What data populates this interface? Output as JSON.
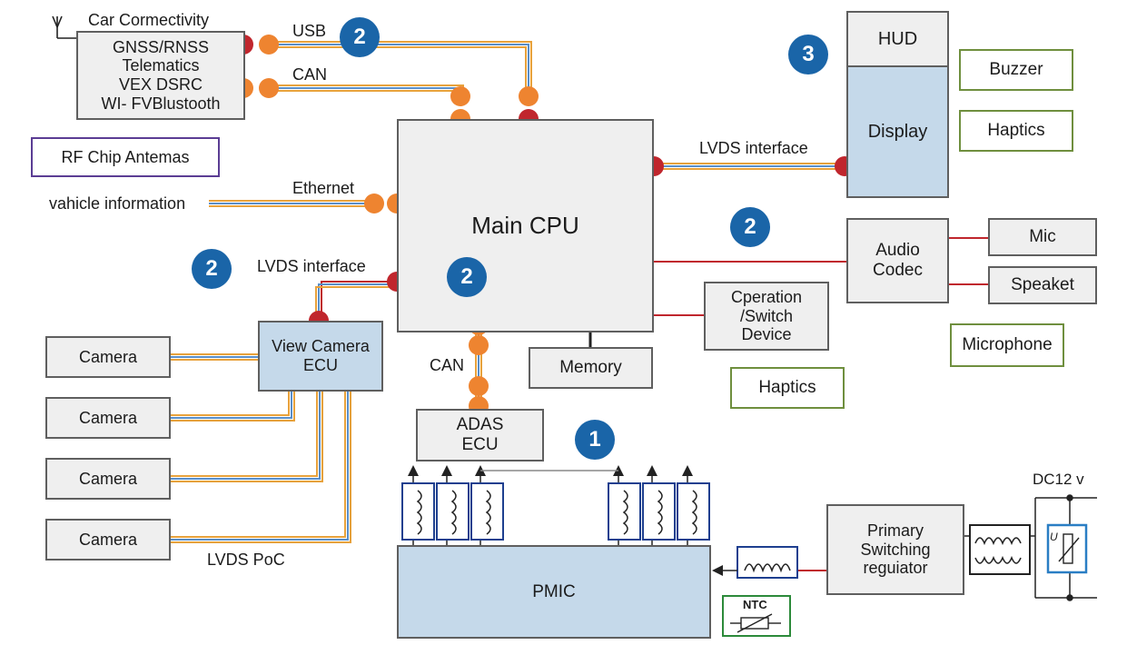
{
  "car_connectivity": {
    "title": "Car Cormectivity",
    "lines": [
      "GNSS/RNSS",
      "Telematics",
      "VEX DSRC",
      "WI- FVBlustooth"
    ]
  },
  "rf_chip_antennas": "RF Chip Antemas",
  "vehicle_information": "vahicle information",
  "main_cpu": "Main CPU",
  "hud": "HUD",
  "display": "Display",
  "buzzer": "Buzzer",
  "haptics_right": "Haptics",
  "audio_codec": [
    "Audio",
    "Codec"
  ],
  "mic": "Mic",
  "speaker": "Speaket",
  "microphone": "Microphone",
  "operation_switch": [
    "Cperation",
    "/Switch",
    "Device"
  ],
  "haptics_bottom": "Haptics",
  "memory": "Memory",
  "adas_ecu": [
    "ADAS",
    "ECU"
  ],
  "view_camera_ecu": [
    "View Camera",
    "ECU"
  ],
  "cameras": [
    "Camera",
    "Camera",
    "Camera",
    "Camera"
  ],
  "pmic": "PMIC",
  "primary_switching": [
    "Primary",
    "Switching",
    "reguiator"
  ],
  "ntc": "NTC",
  "dc_supply": "DC12 v",
  "vdr_symbol": "U",
  "labels": {
    "usb": "USB",
    "can_top": "CAN",
    "ethernet": "Ethernet",
    "lvds_right": "LVDS interface",
    "lvds_left": "LVDS interface",
    "can_bottom": "CAN",
    "lvds_poc": "LVDS PoC"
  },
  "badges": {
    "usb": "2",
    "hud": "3",
    "audio": "2",
    "view_camera": "2",
    "center": "2",
    "pmic": "1"
  },
  "colors": {
    "box_border": "#5f5f5f",
    "box_fill": "#efefef",
    "blue_fill": "#c5d9ea",
    "green_border": "#6f8f3e",
    "purple_border": "#5b3d94",
    "badge": "#1a65a8",
    "connector_red": "#c0262d",
    "connector_orange": "#ee8430",
    "wire_orange": "#e8a23c",
    "wire_blue": "#5a8ec8",
    "wire_red": "#c0262d",
    "inductor_blue": "#1e3f8f",
    "vdr_blue": "#2a7ec4",
    "ntc_green": "#2c8a3a"
  }
}
